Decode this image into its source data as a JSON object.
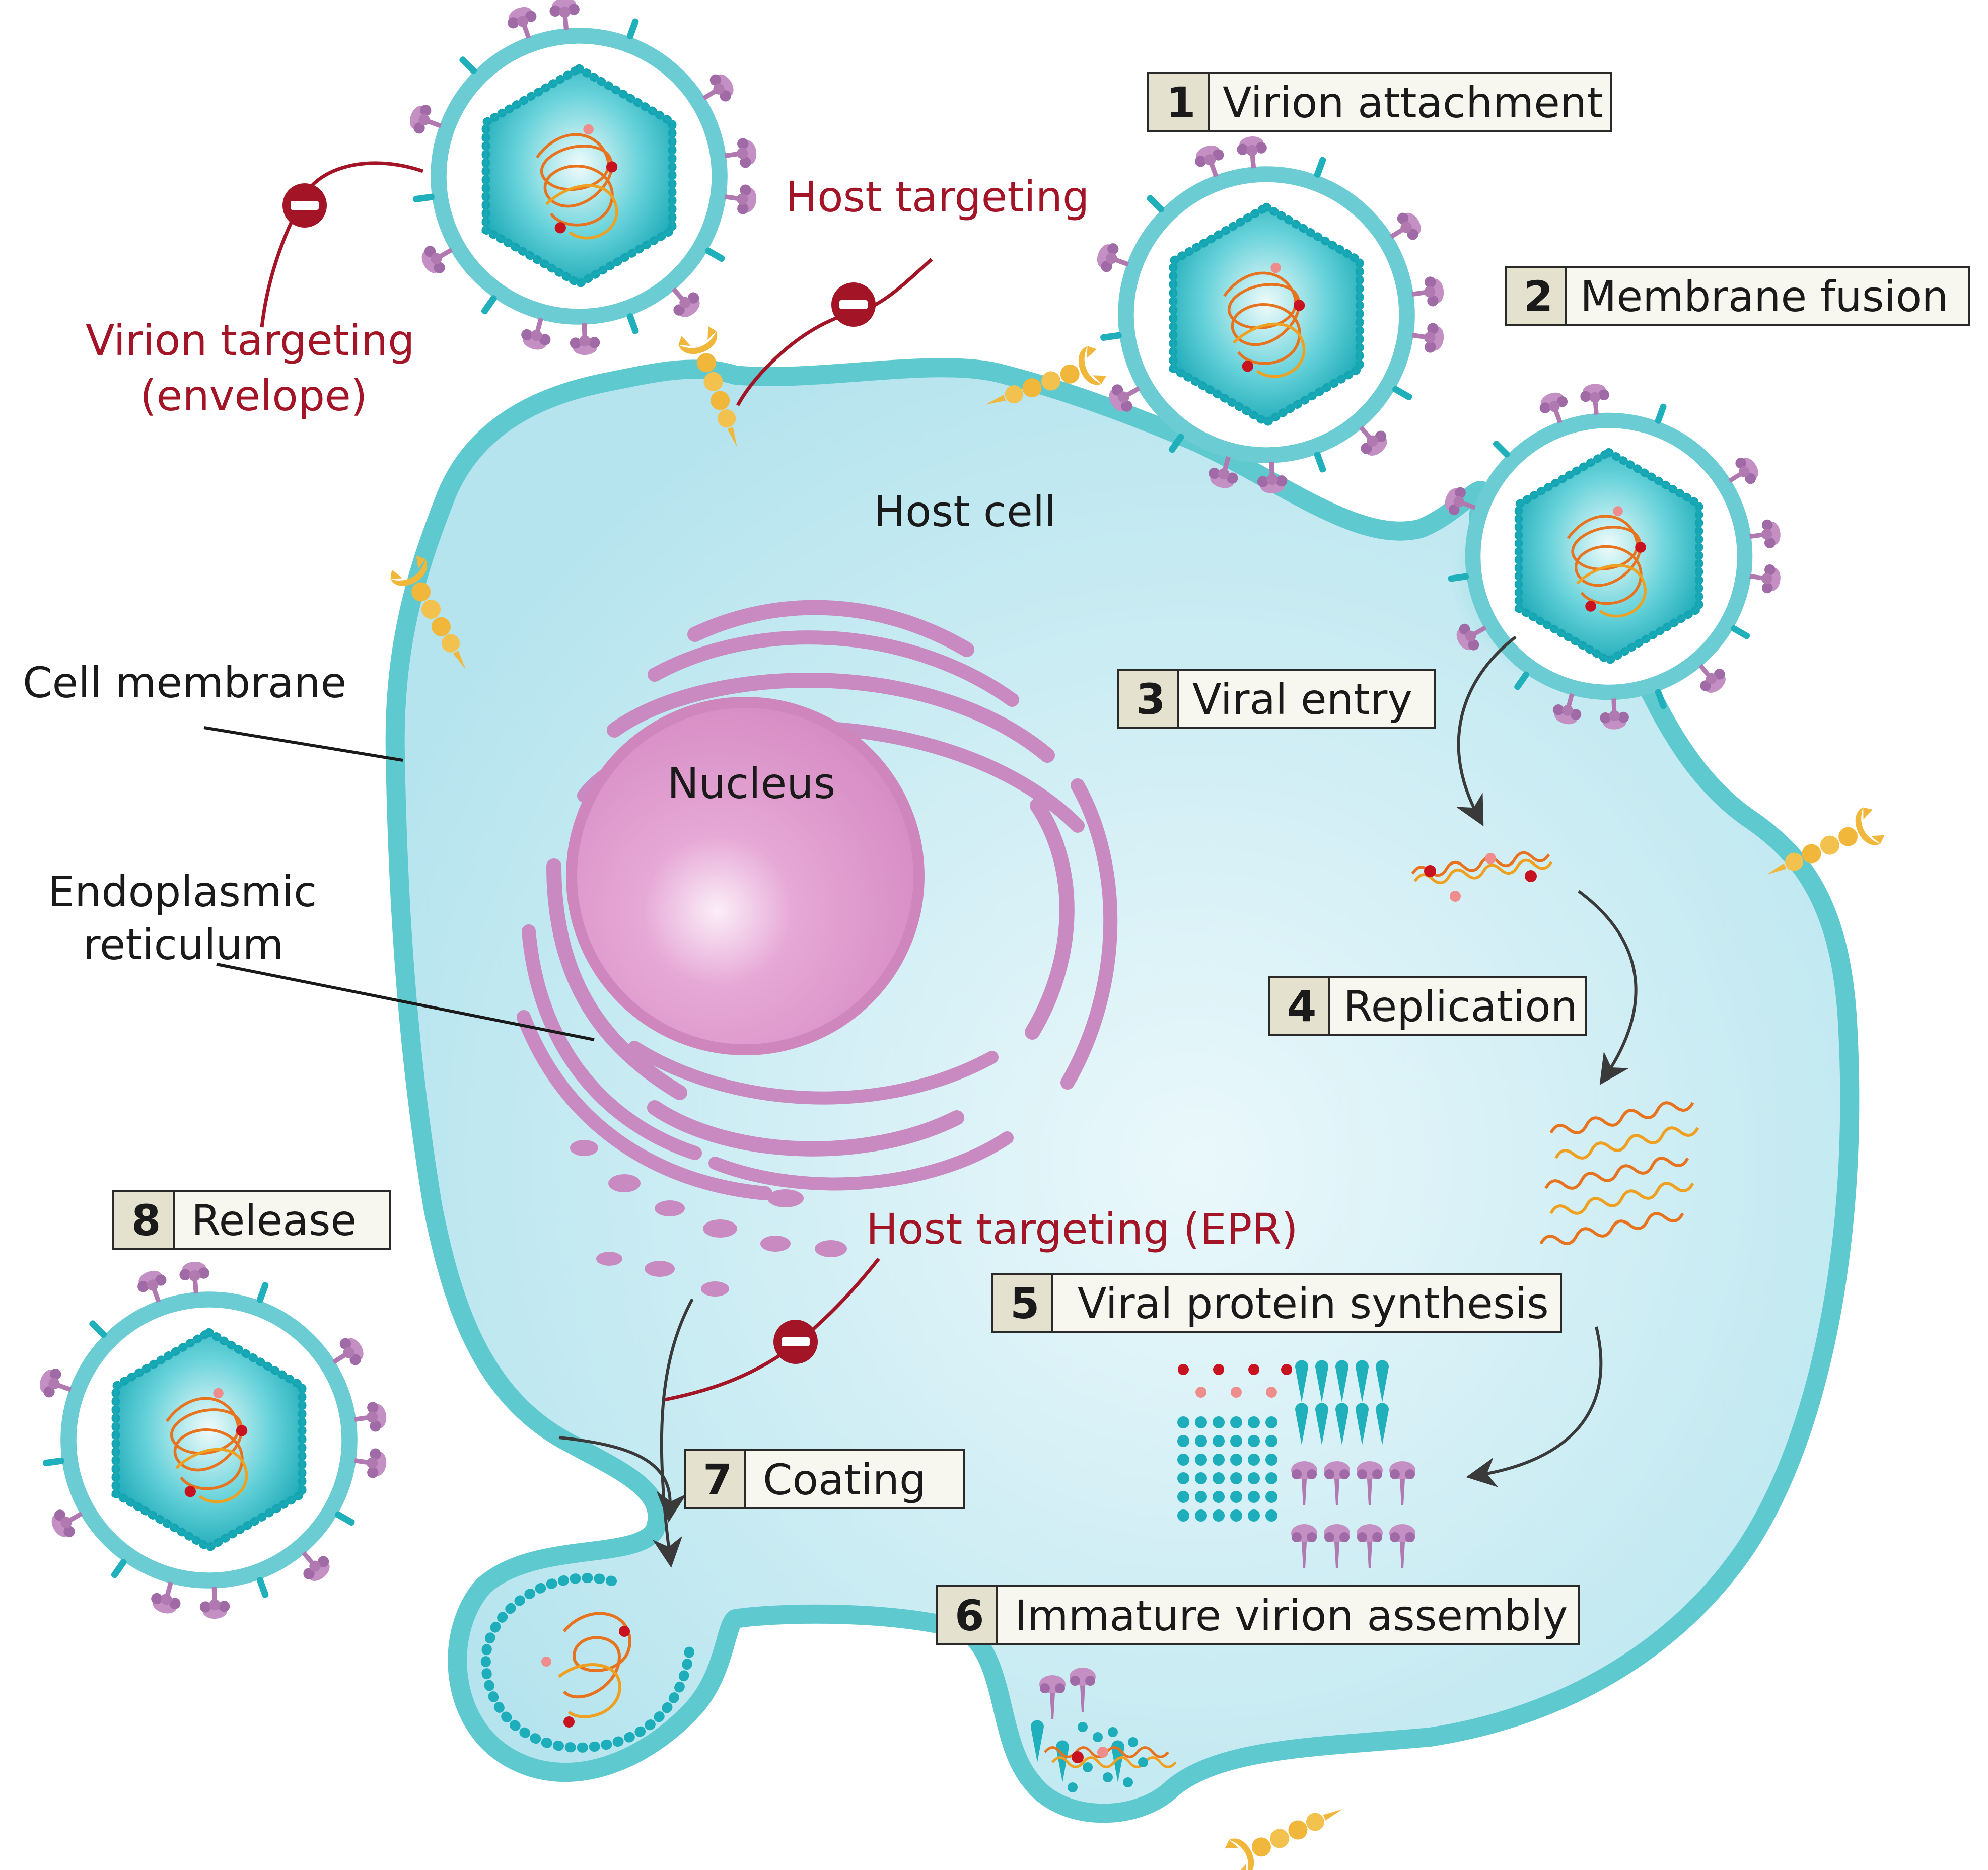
{
  "labels": {
    "host_cell": "Host cell",
    "nucleus": "Nucleus",
    "cell_membrane": "Cell membrane",
    "er_line1": "Endoplasmic",
    "er_line2": "reticulum",
    "virion_targeting_line1": "Virion targeting",
    "virion_targeting_line2": "(envelope)",
    "host_targeting": "Host targeting",
    "host_targeting_epr": "Host targeting (EPR)"
  },
  "steps": [
    {
      "number": "1",
      "label": "Virion attachment"
    },
    {
      "number": "2",
      "label": "Membrane fusion"
    },
    {
      "number": "3",
      "label": "Viral entry"
    },
    {
      "number": "4",
      "label": "Replication"
    },
    {
      "number": "5",
      "label": "Viral protein synthesis"
    },
    {
      "number": "6",
      "label": "Immature virion assembly"
    },
    {
      "number": "7",
      "label": "Coating"
    },
    {
      "number": "8",
      "label": "Release"
    }
  ],
  "colors": {
    "membrane": "#5fc9d0",
    "cytoplasm": "#bde8f0",
    "nucleus": "#d98fc4",
    "er": "#c98ac2",
    "capsid": "#1eaebb",
    "rna": "#e8731e",
    "inhibitor": "#a31526",
    "receptor": "#f0b73a",
    "spike": "#b07ab0",
    "label_box_fill": "#f8f7ef",
    "label_number_fill": "#e4e1cf"
  }
}
